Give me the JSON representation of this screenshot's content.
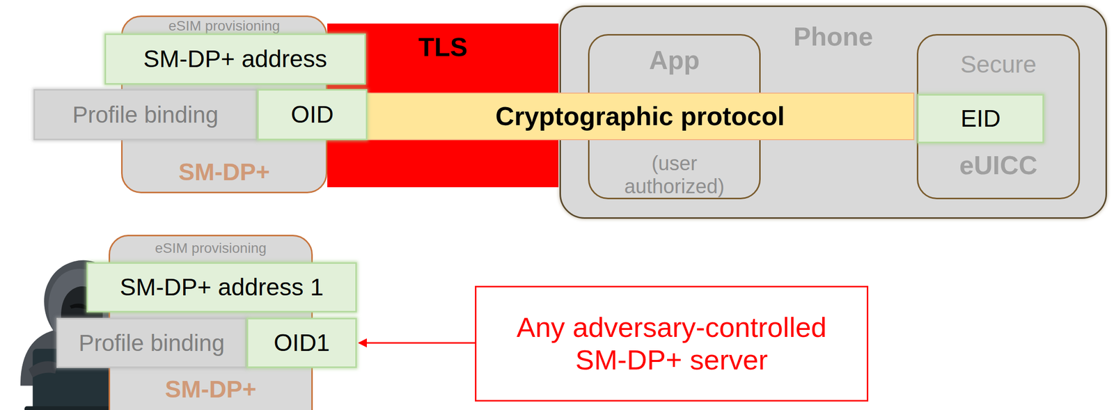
{
  "diagram": {
    "nodes": [
      {
        "text": [
          "eSIM provisioning",
          "SM-DP+"
        ]
      },
      {
        "text": [
          "SM-DP+ address"
        ],
        "in": 0
      },
      {
        "text": [
          "Profile binding"
        ],
        "in": 0
      },
      {
        "text": [
          "OID"
        ],
        "in": 0
      },
      {
        "text": [
          "TLS"
        ]
      },
      {
        "text": [
          "Phone"
        ]
      },
      {
        "text": [
          "App",
          "(user authorized)"
        ],
        "in": 5
      },
      {
        "text": [
          "Secure",
          "eUICC"
        ],
        "in": 5
      },
      {
        "text": [
          "EID"
        ],
        "in": 7
      },
      {
        "text": [
          "Cryptographic protocol"
        ]
      },
      {
        "text": [
          "eSIM provisioning",
          "SM-DP+"
        ]
      },
      {
        "text": [
          "SM-DP+ address 1"
        ],
        "in": 10
      },
      {
        "text": [
          "Profile binding"
        ],
        "in": 10
      },
      {
        "text": [
          "OID1"
        ],
        "in": 10
      },
      {
        "text": [
          "Any adversary-controlled SM-DP+ server"
        ]
      }
    ],
    "edges": [
      {
        "from": 14,
        "to": 13,
        "arrow": "to"
      }
    ]
  }
}
